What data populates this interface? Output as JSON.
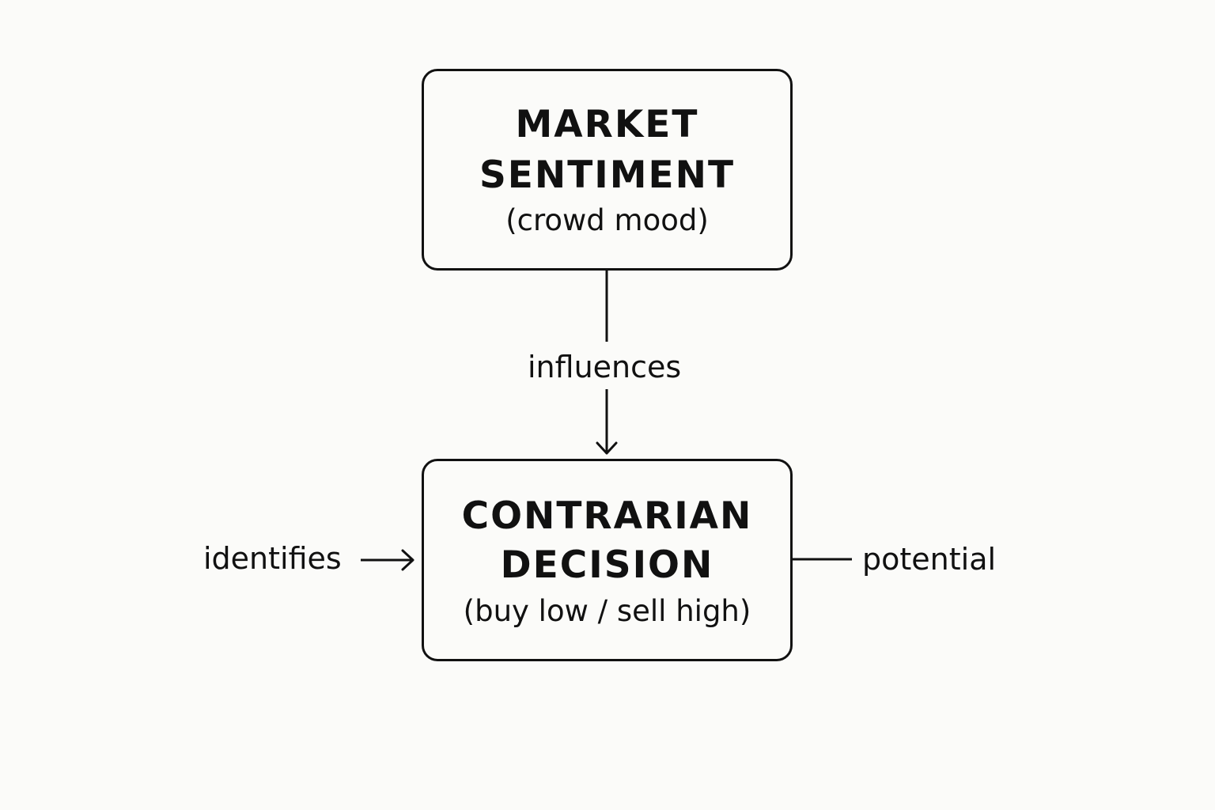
{
  "nodes": {
    "top": {
      "title_line1": "MARKET",
      "title_line2": "SENTIMENT",
      "subtitle": "(crowd mood)"
    },
    "bottom": {
      "title_line1": "CONTRARIAN",
      "title_line2": "DECISION",
      "subtitle": "(buy low / sell high)"
    }
  },
  "edges": {
    "vertical": {
      "label": "influences",
      "from": "top",
      "to": "bottom"
    },
    "left": {
      "label": "identifies",
      "to": "bottom"
    },
    "right": {
      "label": "potential",
      "from": "bottom"
    }
  },
  "colors": {
    "background": "#fbfbf9",
    "stroke": "#111111"
  }
}
